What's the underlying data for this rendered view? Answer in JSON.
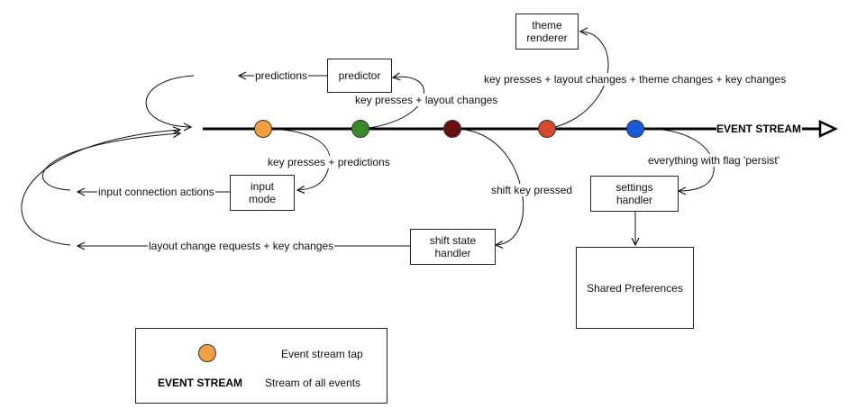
{
  "stream": {
    "label": "EVENT STREAM"
  },
  "boxes": {
    "predictor": "predictor",
    "theme_renderer": "theme\nrenderer",
    "input_mode": "input\nmode",
    "shift_state_handler": "shift state\nhandler",
    "settings_handler": "settings\nhandler",
    "shared_preferences": "Shared Preferences"
  },
  "edges": {
    "predictions": "predictions",
    "to_predictor": "key presses + layout changes",
    "to_theme": "key presses + layout changes + theme changes + key changes",
    "to_input_mode": "key presses + predictions",
    "input_connection_actions": "input connection actions",
    "to_shift": "shift key pressed",
    "layout_change_requests": "layout change requests + key changes",
    "to_settings": "everything with flag 'persist'"
  },
  "taps": {
    "orange": "#f0a040",
    "green": "#3a8a2a",
    "dark_red": "#6a1010",
    "red": "#d84a30",
    "blue": "#1a5ad8"
  },
  "legend": {
    "tap_label": "Event stream tap",
    "stream_label": "EVENT STREAM",
    "stream_desc": "Stream of all events",
    "tap_color": "#f0a040"
  }
}
